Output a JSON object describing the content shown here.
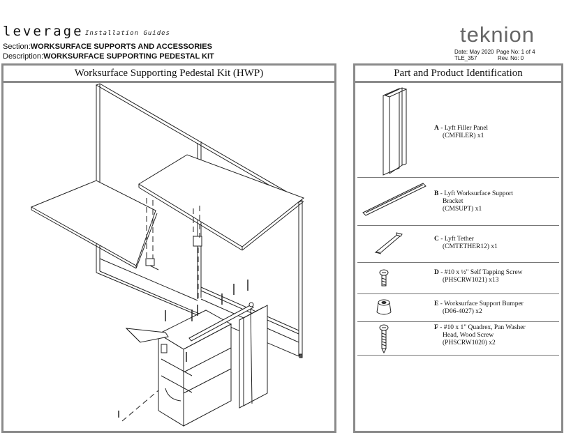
{
  "header": {
    "brand": "leverage",
    "subtitle": "Installation Guides",
    "section_label": "Section:",
    "section_value": "WORKSURFACE SUPPORTS AND ACCESSORIES",
    "description_label": "Description:",
    "description_value": "WORKSURFACE SUPPORTING PEDESTAL KIT",
    "logo": "teknion",
    "date": "Date: May 2020",
    "page": "Page No: 1 of 4",
    "code": "TLE_357",
    "rev": "Rev. No: 0"
  },
  "left_panel": {
    "title": "Worksurface Supporting Pedestal Kit (HWP)"
  },
  "right_panel": {
    "title": "Part and Product Identification",
    "parts": [
      {
        "letter": "A",
        "line1": " - Lyft Filler Panel",
        "line2": "(CMFILER) x1",
        "line3": ""
      },
      {
        "letter": "B",
        "line1": " - Lyft Worksurface Support",
        "line2": "Bracket",
        "line3": "(CMSUPT) x1"
      },
      {
        "letter": "C",
        "line1": " - Lyft Tether",
        "line2": "(CMTETHER12) x1",
        "line3": ""
      },
      {
        "letter": "D",
        "line1": " - #10 x ½\" Self Tapping Screw",
        "line2": "(PHSCRW1021) x13",
        "line3": ""
      },
      {
        "letter": "E",
        "line1": " - Worksurface Support Bumper",
        "line2": "(D06-4027) x2",
        "line3": ""
      },
      {
        "letter": "F",
        "line1": " - #10 x 1\" Quadrex, Pan Washer",
        "line2": "Head, Wood Screw",
        "line3": "(PHSCRW1020) x2"
      }
    ]
  }
}
